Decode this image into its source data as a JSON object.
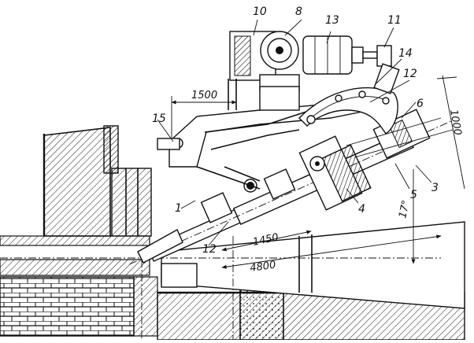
{
  "labels": {
    "n1": "1",
    "n3": "3",
    "n4": "4",
    "n5": "5",
    "n6": "6",
    "n8": "8",
    "n10": "10",
    "n11": "11",
    "n12a": "12",
    "n12b": "12",
    "n13": "13",
    "n14": "14",
    "n15": "15"
  },
  "dimensions": {
    "d1500": "1500",
    "d1000": "1000",
    "d1450": "1450",
    "d4800": "4800",
    "angle": "17°"
  },
  "colors": {
    "ink": "#111111",
    "paper": "#ffffff"
  }
}
